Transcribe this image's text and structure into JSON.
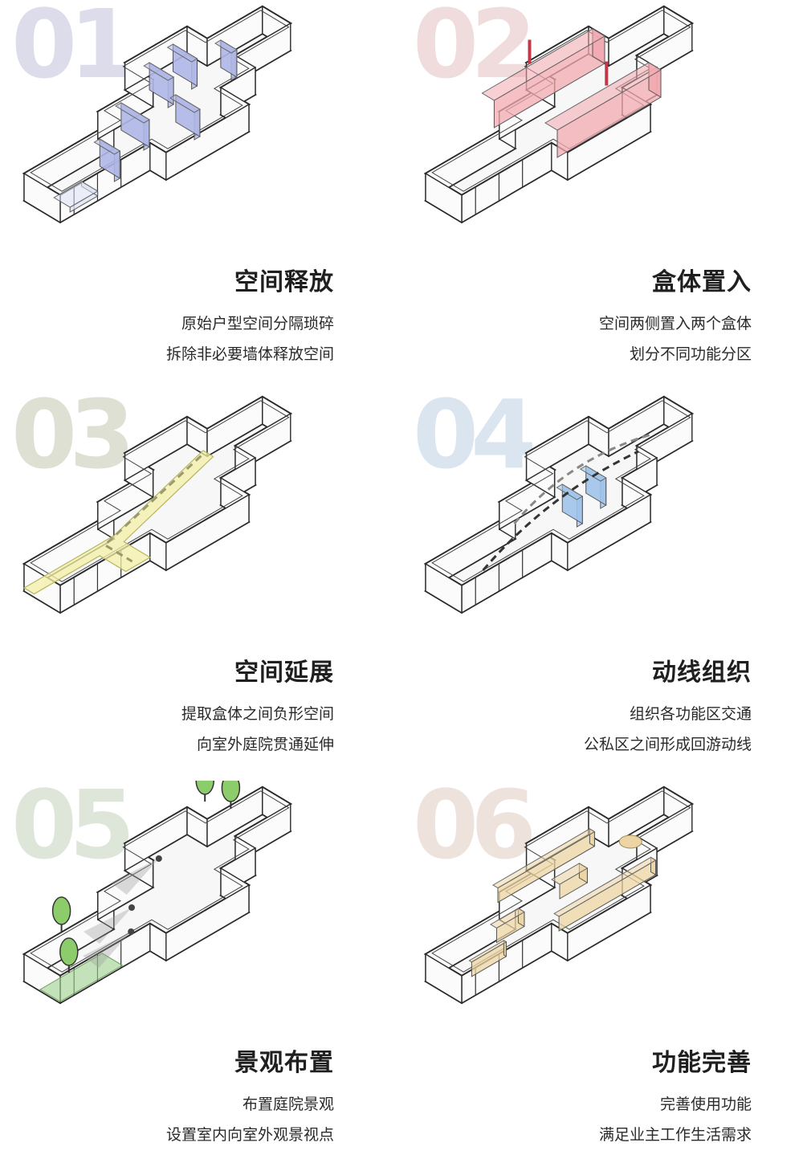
{
  "panels": [
    {
      "number": "01",
      "number_color": "#dcdcea",
      "title": "空间释放",
      "lines": [
        "原始户型空间分隔琐碎",
        "拆除非必要墙体释放空间"
      ],
      "accent": "#aeb6e6"
    },
    {
      "number": "02",
      "number_color": "#f0dcdc",
      "title": "盒体置入",
      "lines": [
        "空间两侧置入两个盒体",
        "划分不同功能分区"
      ],
      "accent": "#f2a9b0"
    },
    {
      "number": "03",
      "number_color": "#dde0d3",
      "title": "空间延展",
      "lines": [
        "提取盒体之间负形空间",
        "向室外庭院贯通延伸"
      ],
      "accent": "#f3f0a6"
    },
    {
      "number": "04",
      "number_color": "#dbe5f0",
      "title": "动线组织",
      "lines": [
        "组织各功能区交通",
        "公私区之间形成回游动线"
      ],
      "accent": "#9fc2ea"
    },
    {
      "number": "05",
      "number_color": "#dde6d8",
      "title": "景观布置",
      "lines": [
        "布置庭院景观",
        "设置室内向室外观景视点"
      ],
      "accent": "#9fd28e"
    },
    {
      "number": "06",
      "number_color": "#eee3dc",
      "title": "功能完善",
      "lines": [
        "完善使用功能",
        "满足业主工作生活需求"
      ],
      "accent": "#ecd5a3"
    }
  ]
}
